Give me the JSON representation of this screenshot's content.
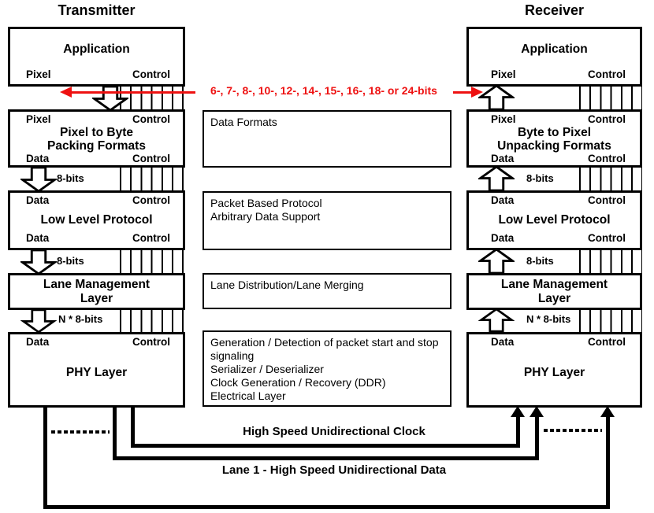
{
  "palette": {
    "red": "#ee1111",
    "line": "#000000",
    "background": "#ffffff"
  },
  "banner": {
    "bits_text": "6-, 7-, 8-, 10-, 12-, 14-, 15-, 16-, 18- or 24-bits"
  },
  "transmitter": {
    "title": "Transmitter",
    "application": {
      "title": "Application",
      "bottom_left_port": "Pixel",
      "bottom_right_port": "Control"
    },
    "packing": {
      "title": "Pixel to Byte Packing Formats",
      "top_left_port": "Pixel",
      "top_right_port": "Control",
      "bottom_left_port": "Data",
      "bottom_right_port": "Control"
    },
    "low_level_protocol": {
      "title": "Low Level Protocol",
      "top_left_port": "Data",
      "top_right_port": "Control",
      "bottom_left_port": "Data",
      "bottom_right_port": "Control"
    },
    "lane_management": {
      "title": "Lane Management Layer"
    },
    "phy": {
      "title": "PHY Layer",
      "top_left_port": "Data",
      "top_right_port": "Control"
    },
    "link_labels": {
      "pack_to_llp": "8-bits",
      "llp_to_lane": "8-bits",
      "lane_to_phy": "N * 8-bits"
    }
  },
  "receiver": {
    "title": "Receiver",
    "application": {
      "title": "Application",
      "bottom_left_port": "Pixel",
      "bottom_right_port": "Control"
    },
    "unpacking": {
      "title": "Byte to Pixel Unpacking Formats",
      "top_left_port": "Pixel",
      "top_right_port": "Control",
      "bottom_left_port": "Data",
      "bottom_right_port": "Control"
    },
    "low_level_protocol": {
      "title": "Low Level Protocol",
      "top_left_port": "Data",
      "top_right_port": "Control",
      "bottom_left_port": "Data",
      "bottom_right_port": "Control"
    },
    "lane_management": {
      "title": "Lane Management Layer"
    },
    "phy": {
      "title": "PHY Layer",
      "top_left_port": "Data",
      "top_right_port": "Control"
    },
    "link_labels": {
      "pack_to_llp": "8-bits",
      "llp_to_lane": "8-bits",
      "lane_to_phy": "N * 8-bits"
    }
  },
  "middle_notes": {
    "data_formats": {
      "lines": [
        "Data Formats"
      ]
    },
    "protocol": {
      "lines": [
        "Packet Based Protocol",
        "Arbitrary Data Support"
      ]
    },
    "lane": {
      "lines": [
        "Lane Distribution/Lane Merging"
      ]
    },
    "phy": {
      "lines": [
        "Generation / Detection of packet start and stop signaling",
        "Serializer / Deserializer",
        "Clock Generation / Recovery (DDR)",
        "Electrical Layer"
      ]
    }
  },
  "bottom_links": {
    "clock_label": "High Speed Unidirectional Clock",
    "lane1_label": "Lane 1 - High Speed Unidirectional Data"
  }
}
